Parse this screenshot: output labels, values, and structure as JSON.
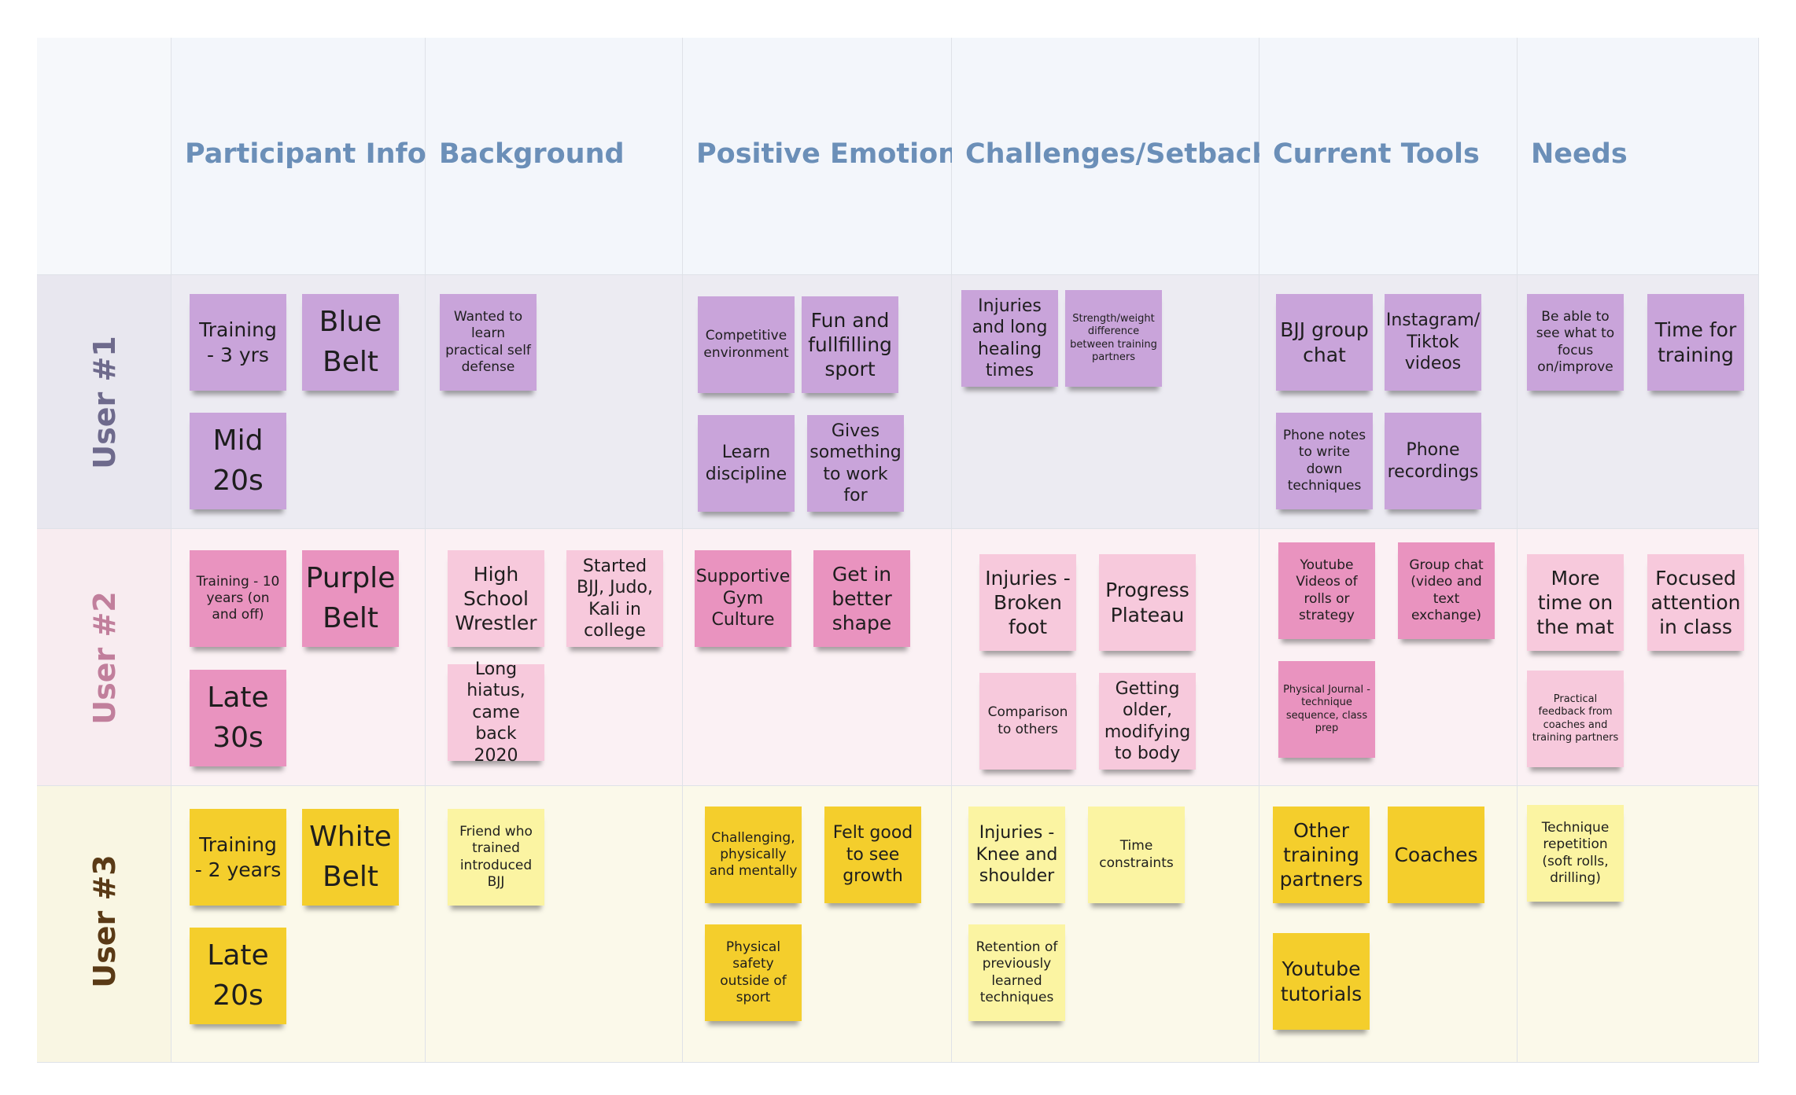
{
  "headers": {
    "participant_info": "Participant Info",
    "background": "Background",
    "positive_emotions": "Positive Emotions",
    "challenges": "Challenges/Setbacks",
    "current_tools": "Current Tools",
    "needs": "Needs"
  },
  "rows": {
    "user1": "User #1",
    "user2": "User #2",
    "user3": "User #3"
  },
  "notes": {
    "u1": {
      "training": "Training - 3 yrs",
      "belt": "Blue Belt",
      "age": "Mid 20s",
      "bg1": "Wanted to learn practical self defense",
      "pos1": "Competitive environment",
      "pos2": "Fun and fullfilling sport",
      "pos3": "Learn discipline",
      "pos4": "Gives something to work for",
      "ch1": "Injuries and long healing times",
      "ch2": "Strength/weight difference between training partners",
      "tool1": "BJJ group chat",
      "tool2": "Instagram/ Tiktok videos",
      "tool3": "Phone notes to write down techniques",
      "tool4": "Phone recordings",
      "need1": "Be able to see what to focus on/improve",
      "need2": "Time for training"
    },
    "u2": {
      "training": "Training - 10 years (on and off)",
      "belt": "Purple Belt",
      "age": "Late 30s",
      "bg1": "High School Wrestler",
      "bg2": "Started BJJ, Judo, Kali in college",
      "bg3": "Long hiatus, came back 2020",
      "pos1": "Supportive Gym Culture",
      "pos2": "Get in better shape",
      "ch1": "Injuries - Broken foot",
      "ch2": "Progress Plateau",
      "ch3": "Comparison to others",
      "ch4": "Getting older, modifying to body",
      "tool1": "Youtube Videos of rolls or strategy",
      "tool2": "Group chat (video and text exchange)",
      "tool3": "Physical Journal - technique sequence, class prep",
      "need1": "More time on the mat",
      "need2": "Focused attention in class",
      "need3": "Practical feedback from coaches and training partners"
    },
    "u3": {
      "training": "Training - 2 years",
      "belt": "White Belt",
      "age": "Late 20s",
      "bg1": "Friend who trained introduced BJJ",
      "pos1": "Challenging, physically and mentally",
      "pos2": "Felt good to see growth",
      "pos3": "Physical safety outside of sport",
      "ch1": "Injuries - Knee and shoulder",
      "ch2": "Time constraints",
      "ch3": "Retention of previously learned techniques",
      "tool1": "Other training partners",
      "tool2": "Coaches",
      "tool3": "Youtube tutorials",
      "need1": "Technique repetition (soft rolls, drilling)"
    }
  },
  "colors": {
    "header_text": "#6b8fb8",
    "user1_label": "#6e6a8c",
    "user2_label": "#c17f9c",
    "user3_label": "#5a3a16",
    "purple_note": "#c9a4da",
    "pink_note": "#e993bf",
    "light_pink_note": "#f7c9dc",
    "yellow_note": "#f4ce2c",
    "light_yellow_note": "#fbf4a2"
  }
}
